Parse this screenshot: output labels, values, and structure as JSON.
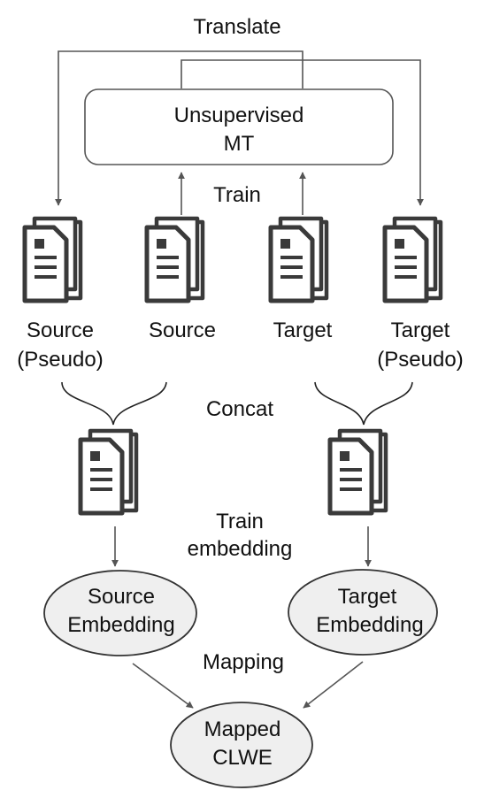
{
  "labels": {
    "translate": "Translate",
    "unsupervised_mt_line1": "Unsupervised",
    "unsupervised_mt_line2": "MT",
    "train": "Train",
    "source_pseudo_line1": "Source",
    "source_pseudo_line2": "(Pseudo)",
    "source": "Source",
    "target": "Target",
    "target_pseudo_line1": "Target",
    "target_pseudo_line2": "(Pseudo)",
    "concat": "Concat",
    "train_embedding_line1": "Train",
    "train_embedding_line2": "embedding",
    "source_embedding_line1": "Source",
    "source_embedding_line2": "Embedding",
    "target_embedding_line1": "Target",
    "target_embedding_line2": "Embedding",
    "mapping": "Mapping",
    "mapped_clwe_line1": "Mapped",
    "mapped_clwe_line2": "CLWE"
  },
  "icons": {
    "document": "document-stack-icon"
  },
  "colors": {
    "icon_ink": "#3a3a3a",
    "embedding_fill": "#efefef",
    "line": "#555555"
  }
}
